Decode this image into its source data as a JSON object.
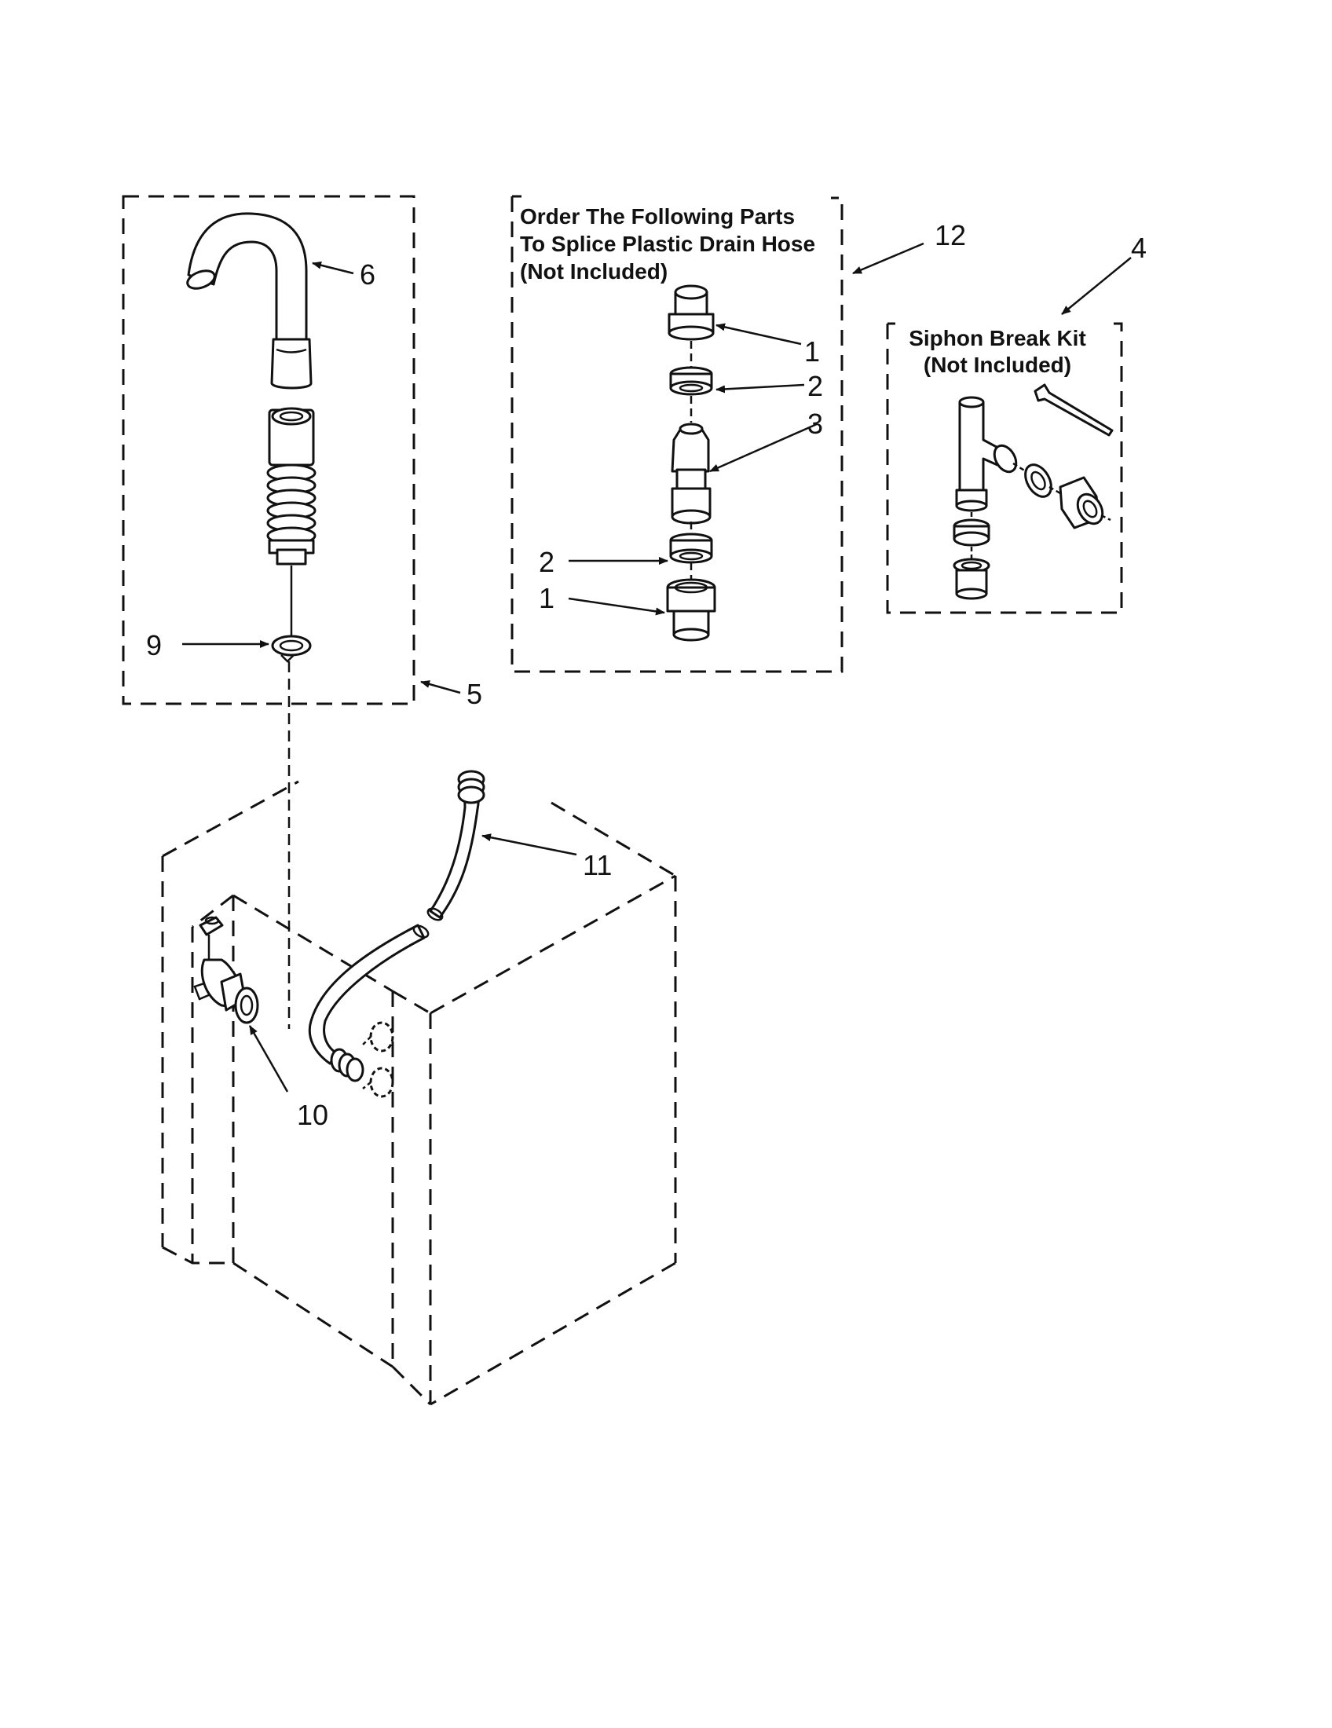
{
  "splice_box": {
    "title_lines": [
      "Order The Following Parts",
      "To Splice Plastic Drain Hose",
      "(Not Included)"
    ]
  },
  "siphon_box": {
    "title_lines": [
      "Siphon Break Kit",
      "(Not Included)"
    ]
  },
  "callouts": {
    "c1_top": "1",
    "c2_top": "2",
    "c3": "3",
    "c2_bottom": "2",
    "c1_bottom": "1",
    "c4": "4",
    "c5": "5",
    "c6": "6",
    "c9": "9",
    "c10": "10",
    "c11": "11",
    "c12": "12"
  },
  "colors": {
    "ink": "#111111",
    "paper": "#ffffff"
  }
}
